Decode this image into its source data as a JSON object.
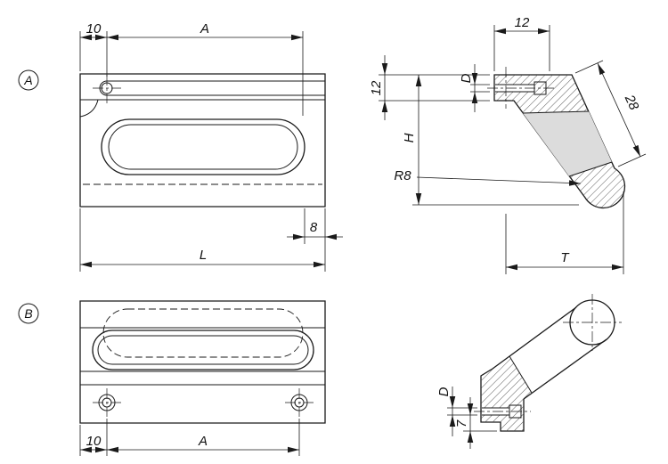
{
  "meta": {
    "colors": {
      "line": "#1a1a1a",
      "gray_fill": "#dcdcdc",
      "background": "#ffffff"
    }
  },
  "views": {
    "a": {
      "badge": "A",
      "front": {
        "dim_offset": "10",
        "dim_span": "A",
        "dim_edge": "8",
        "dim_length": "L"
      },
      "side": {
        "dim_top": "12",
        "dim_bore": "D",
        "dim_block": "12",
        "dim_height": "H",
        "dim_grip": "28",
        "dim_radius": "R8",
        "dim_depth": "T"
      }
    },
    "b": {
      "badge": "B",
      "front": {
        "dim_offset": "10",
        "dim_span": "A"
      },
      "side": {
        "dim_bore": "D",
        "dim_base": "7"
      }
    }
  }
}
